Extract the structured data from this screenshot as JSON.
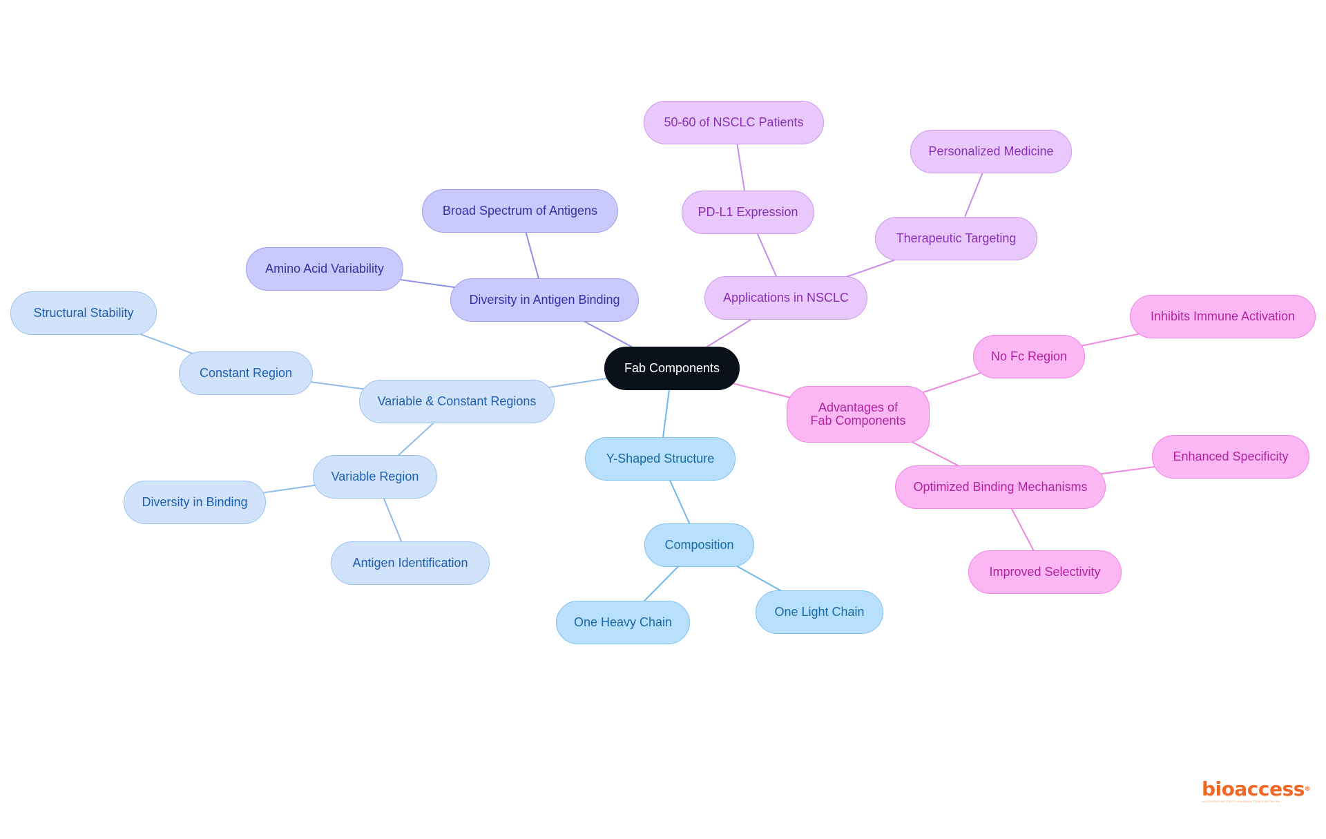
{
  "diagram": {
    "type": "mind-map",
    "root": "Fab Components",
    "branches": {
      "variable_constant": {
        "label": "Variable & Constant Regions",
        "constant_region": "Constant Region",
        "structural_stability": "Structural Stability",
        "variable_region": "Variable Region",
        "diversity_in_binding": "Diversity in Binding",
        "antigen_identification": "Antigen Identification"
      },
      "y_shaped": {
        "label": "Y-Shaped Structure",
        "composition": "Composition",
        "one_heavy_chain": "One Heavy Chain",
        "one_light_chain": "One Light Chain"
      },
      "diversity": {
        "label": "Diversity in Antigen Binding",
        "amino_acid_variability": "Amino Acid Variability",
        "broad_spectrum": "Broad Spectrum of Antigens"
      },
      "nsclc": {
        "label": "Applications in NSCLC",
        "pdl1_expression": "PD-L1 Expression",
        "nsclc_patients": "50-60 of NSCLC Patients",
        "therapeutic_targeting": "Therapeutic Targeting",
        "personalized_medicine": "Personalized Medicine"
      },
      "advantages": {
        "label": "Advantages of Fab Components",
        "no_fc_region": "No Fc Region",
        "inhibits_immune_activation": "Inhibits Immune Activation",
        "optimized_binding": "Optimized Binding Mechanisms",
        "enhanced_specificity": "Enhanced Specificity",
        "improved_selectivity": "Improved Selectivity"
      }
    },
    "colors": {
      "root": "#0b111b",
      "variable_constant": "#d1e3fb",
      "y_shaped": "#b8dffb",
      "diversity": "#c9c9fb",
      "nsclc": "#e9c9fb",
      "advantages": "#fbb6f4"
    }
  },
  "logo": {
    "name": "bioaccess",
    "registered": "®",
    "tagline": "ACCELERATING FIRST-IN-HUMAN TRIALS NETWORK"
  }
}
